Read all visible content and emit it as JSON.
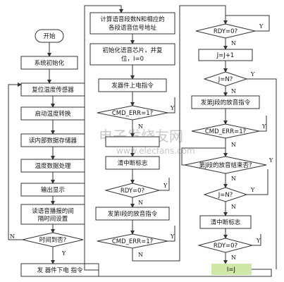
{
  "col1": {
    "start": "开始",
    "init": "系统初始化",
    "reset": "复位温度传感器",
    "conv": "启动温度转换",
    "read": "读内部数据存储器",
    "proc": "温度数据处理",
    "disp": "输出显示",
    "interval_line1": "读语音播报的间",
    "interval_line2": "隔时间设置",
    "time_up": "时间到否?",
    "power_down": "发 器件下电 指令"
  },
  "col2": {
    "calc_line1": "计算语音段数N和相应的",
    "calc_line2": "各段语音信号地址",
    "chip_line1": "初始化语音芯片，并复",
    "chip_line2": "位，I=0",
    "power_up": "发器件上电指令",
    "cmd_err1": "CMD_ERR=1?",
    "clear_irq_partial": "清中断标志",
    "rdy1": "RDY=0?",
    "play_first": "发第I段的放音指令",
    "cmd_err2": "CMD_ERR=1?"
  },
  "col3": {
    "rdy2": "RDY=0?",
    "inc": "J=J+1",
    "j_eq_n": "J=N?",
    "play_j": "发第J段的放音指令",
    "cmd_err3": "CMD_ERR=1?",
    "play_end": "第J段的放音结束否?",
    "j_eq_n2": "J=N?",
    "clear_irq": "清中断标志",
    "rdy3": "RDY=0?",
    "final": "I=J"
  },
  "labels": {
    "yes": "Y",
    "no": "N"
  },
  "watermark": {
    "cn": "电子发烧友网",
    "url": "www.elecfans.com"
  }
}
